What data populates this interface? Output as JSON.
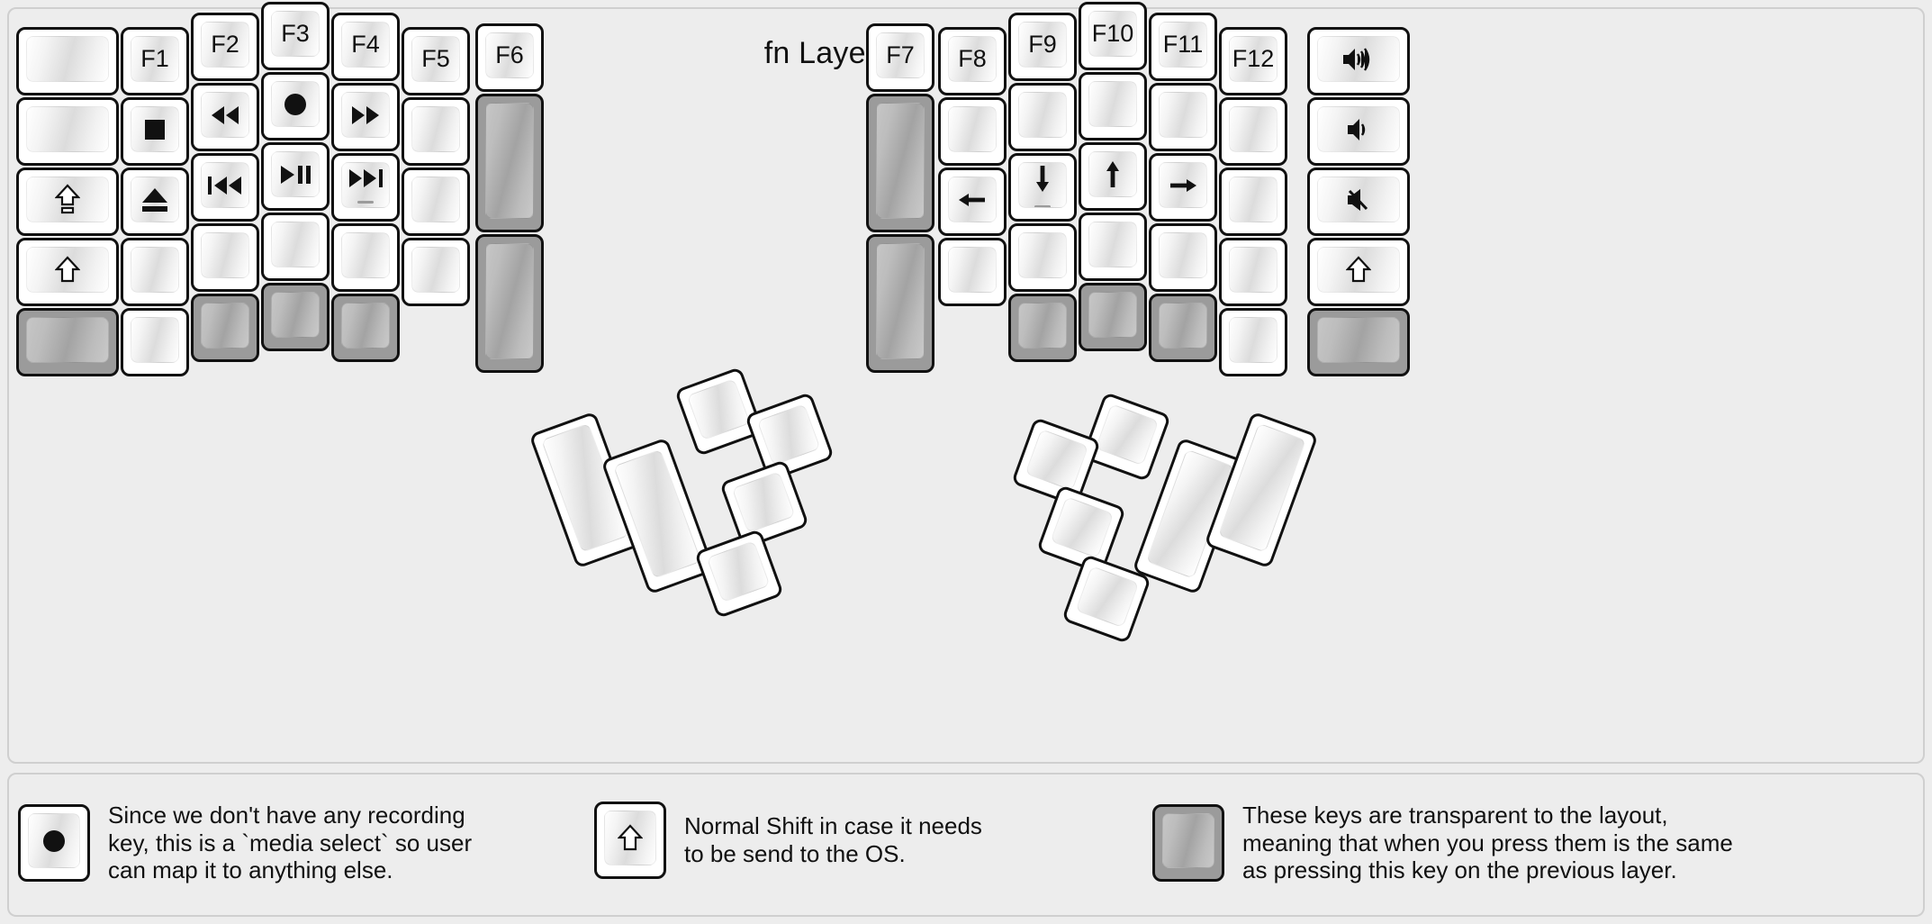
{
  "title": "fn Layer",
  "colors": {
    "background": "#ededed",
    "panel_border": "#cfcfcf",
    "key_outline": "#111111",
    "transparent_key": "#9b9b9b"
  },
  "left_half": {
    "columns": [
      {
        "name": "col-pinky-outer",
        "keys": [
          {
            "label": "",
            "icon": "blank",
            "state": "normal"
          },
          {
            "label": "",
            "icon": "blank",
            "state": "normal"
          },
          {
            "label": "",
            "icon": "caps-lock",
            "state": "normal"
          },
          {
            "label": "",
            "icon": "shift",
            "state": "normal"
          },
          {
            "label": "",
            "icon": "blank",
            "state": "transparent"
          }
        ]
      },
      {
        "name": "col-pinky",
        "keys": [
          {
            "label": "F1",
            "icon": "",
            "state": "normal"
          },
          {
            "label": "",
            "icon": "media-stop",
            "state": "normal"
          },
          {
            "label": "",
            "icon": "media-eject",
            "state": "normal"
          },
          {
            "label": "",
            "icon": "blank",
            "state": "normal"
          },
          {
            "label": "",
            "icon": "blank",
            "state": "normal"
          }
        ]
      },
      {
        "name": "col-ring",
        "keys": [
          {
            "label": "F2",
            "icon": "",
            "state": "normal"
          },
          {
            "label": "",
            "icon": "media-rewind",
            "state": "normal"
          },
          {
            "label": "",
            "icon": "media-prev-track",
            "state": "normal"
          },
          {
            "label": "",
            "icon": "blank",
            "state": "normal"
          },
          {
            "label": "",
            "icon": "blank",
            "state": "transparent"
          }
        ]
      },
      {
        "name": "col-middle",
        "keys": [
          {
            "label": "F3",
            "icon": "",
            "state": "normal"
          },
          {
            "label": "",
            "icon": "media-record",
            "state": "normal"
          },
          {
            "label": "",
            "icon": "media-play-pause",
            "state": "normal"
          },
          {
            "label": "",
            "icon": "blank",
            "state": "normal"
          },
          {
            "label": "",
            "icon": "blank",
            "state": "transparent"
          }
        ]
      },
      {
        "name": "col-index",
        "keys": [
          {
            "label": "F4",
            "icon": "",
            "state": "normal"
          },
          {
            "label": "",
            "icon": "media-fast-fwd",
            "state": "normal"
          },
          {
            "label": "",
            "icon": "media-next-track",
            "state": "normal",
            "underbar": true
          },
          {
            "label": "",
            "icon": "blank",
            "state": "normal"
          },
          {
            "label": "",
            "icon": "blank",
            "state": "transparent"
          }
        ]
      },
      {
        "name": "col-index-inner",
        "keys": [
          {
            "label": "F5",
            "icon": "",
            "state": "normal"
          },
          {
            "label": "",
            "icon": "blank",
            "state": "normal"
          },
          {
            "label": "",
            "icon": "blank",
            "state": "normal"
          },
          {
            "label": "",
            "icon": "blank",
            "state": "normal"
          }
        ]
      },
      {
        "name": "col-inner-most",
        "keys": [
          {
            "label": "F6",
            "icon": "",
            "state": "normal",
            "height": "1u"
          },
          {
            "label": "",
            "icon": "blank",
            "state": "transparent",
            "height": "2u"
          },
          {
            "label": "",
            "icon": "blank",
            "state": "transparent",
            "height": "2u"
          }
        ]
      }
    ],
    "thumb_cluster": [
      {
        "name": "thumb-big-1",
        "label": "",
        "icon": "blank",
        "state": "normal",
        "size": "1x2"
      },
      {
        "name": "thumb-big-2",
        "label": "",
        "icon": "blank",
        "state": "normal",
        "size": "1x2"
      },
      {
        "name": "thumb-small-top",
        "label": "",
        "icon": "blank",
        "state": "normal",
        "size": "1x1"
      },
      {
        "name": "thumb-small-right",
        "label": "",
        "icon": "blank",
        "state": "normal",
        "size": "1x1"
      },
      {
        "name": "thumb-small-mid",
        "label": "",
        "icon": "blank",
        "state": "normal",
        "size": "1x1"
      },
      {
        "name": "thumb-small-bottom",
        "label": "",
        "icon": "blank",
        "state": "normal",
        "size": "1x1"
      }
    ]
  },
  "right_half": {
    "columns": [
      {
        "name": "col-inner-most",
        "keys": [
          {
            "label": "F7",
            "icon": "",
            "state": "normal",
            "height": "1u"
          },
          {
            "label": "",
            "icon": "blank",
            "state": "transparent",
            "height": "2u"
          },
          {
            "label": "",
            "icon": "blank",
            "state": "transparent",
            "height": "2u"
          }
        ]
      },
      {
        "name": "col-index-inner",
        "keys": [
          {
            "label": "F8",
            "icon": "",
            "state": "normal"
          },
          {
            "label": "",
            "icon": "blank",
            "state": "normal"
          },
          {
            "label": "",
            "icon": "arrow-left",
            "state": "normal"
          },
          {
            "label": "",
            "icon": "blank",
            "state": "normal"
          }
        ]
      },
      {
        "name": "col-index",
        "keys": [
          {
            "label": "F9",
            "icon": "",
            "state": "normal"
          },
          {
            "label": "",
            "icon": "blank",
            "state": "normal"
          },
          {
            "label": "",
            "icon": "arrow-down",
            "state": "normal",
            "underbar": true
          },
          {
            "label": "",
            "icon": "blank",
            "state": "normal"
          },
          {
            "label": "",
            "icon": "blank",
            "state": "transparent"
          }
        ]
      },
      {
        "name": "col-middle",
        "keys": [
          {
            "label": "F10",
            "icon": "",
            "state": "normal"
          },
          {
            "label": "",
            "icon": "blank",
            "state": "normal"
          },
          {
            "label": "",
            "icon": "arrow-up",
            "state": "normal"
          },
          {
            "label": "",
            "icon": "blank",
            "state": "normal"
          },
          {
            "label": "",
            "icon": "blank",
            "state": "transparent"
          }
        ]
      },
      {
        "name": "col-ring",
        "keys": [
          {
            "label": "F11",
            "icon": "",
            "state": "normal"
          },
          {
            "label": "",
            "icon": "blank",
            "state": "normal"
          },
          {
            "label": "",
            "icon": "arrow-right",
            "state": "normal"
          },
          {
            "label": "",
            "icon": "blank",
            "state": "normal"
          },
          {
            "label": "",
            "icon": "blank",
            "state": "transparent"
          }
        ]
      },
      {
        "name": "col-pinky",
        "keys": [
          {
            "label": "F12",
            "icon": "",
            "state": "normal"
          },
          {
            "label": "",
            "icon": "blank",
            "state": "normal"
          },
          {
            "label": "",
            "icon": "blank",
            "state": "normal"
          },
          {
            "label": "",
            "icon": "blank",
            "state": "normal"
          },
          {
            "label": "",
            "icon": "blank",
            "state": "normal"
          }
        ]
      },
      {
        "name": "col-pinky-outer",
        "keys": [
          {
            "label": "",
            "icon": "volume-up",
            "state": "normal"
          },
          {
            "label": "",
            "icon": "volume-down",
            "state": "normal"
          },
          {
            "label": "",
            "icon": "volume-mute",
            "state": "normal"
          },
          {
            "label": "",
            "icon": "shift",
            "state": "normal"
          },
          {
            "label": "",
            "icon": "blank",
            "state": "transparent"
          }
        ]
      }
    ],
    "thumb_cluster": [
      {
        "name": "thumb-small-top",
        "label": "",
        "icon": "blank",
        "state": "normal",
        "size": "1x1"
      },
      {
        "name": "thumb-small-left",
        "label": "",
        "icon": "blank",
        "state": "normal",
        "size": "1x1"
      },
      {
        "name": "thumb-small-mid",
        "label": "",
        "icon": "blank",
        "state": "normal",
        "size": "1x1"
      },
      {
        "name": "thumb-small-bottom",
        "label": "",
        "icon": "blank",
        "state": "normal",
        "size": "1x1"
      },
      {
        "name": "thumb-big-1",
        "label": "",
        "icon": "blank",
        "state": "normal",
        "size": "1x2"
      },
      {
        "name": "thumb-big-2",
        "label": "",
        "icon": "blank",
        "state": "normal",
        "size": "1x2"
      }
    ]
  },
  "legend": [
    {
      "key_icon": "media-record",
      "key_state": "normal",
      "text": "Since we don't have any recording\nkey, this is a `media select` so user\ncan map it to anything else."
    },
    {
      "key_icon": "shift",
      "key_state": "normal",
      "text": "Normal Shift in case it needs\nto be send to the OS."
    },
    {
      "key_icon": "blank",
      "key_state": "transparent",
      "text": "These keys are transparent to the layout,\nmeaning that when you press them is the same\nas pressing this key on the previous layer."
    }
  ]
}
